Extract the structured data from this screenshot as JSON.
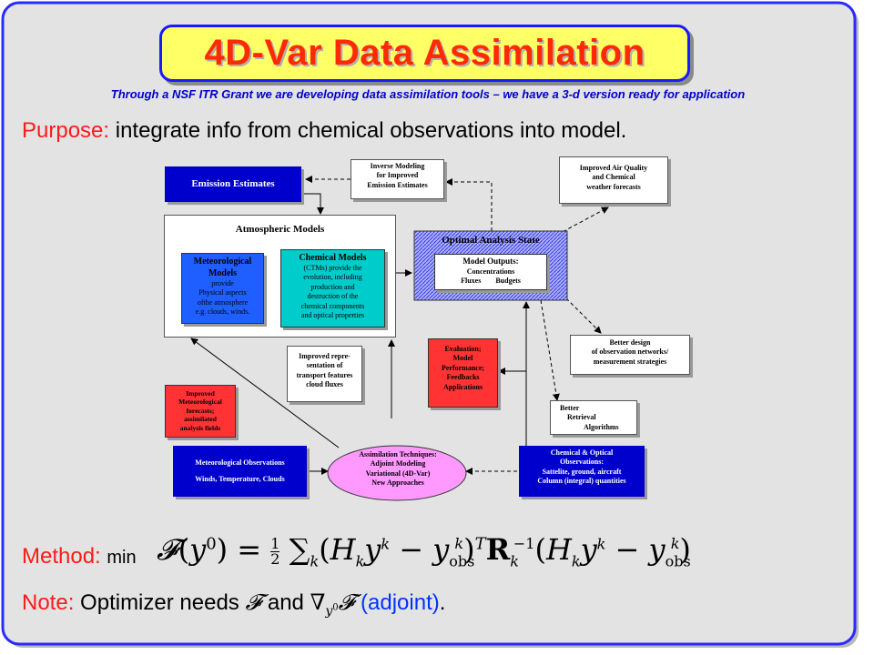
{
  "title": "4D-Var Data Assimilation",
  "subtitle": "Through a NSF ITR Grant we are developing data assimilation tools – we have a 3-d version ready for application",
  "purpose": {
    "label": "Purpose:",
    "text": "integrate info from chemical observations into model."
  },
  "method": {
    "label": "Method:",
    "text": "min"
  },
  "note": {
    "label": "Note:",
    "text_before": "Optimizer needs",
    "text_and": "and",
    "adjoint": "(adjoint)",
    "period": "."
  },
  "diagram": {
    "emission": "Emission Estimates",
    "inverse": [
      "Inverse Modeling",
      "for Improved",
      "Emission Estimates"
    ],
    "air_quality": [
      "Improved Air Quality",
      "and Chemical",
      "weather forecasts"
    ],
    "atmos_title": "Atmospheric Models",
    "met_title": [
      "Meteorological",
      "Models"
    ],
    "met_body": [
      "provide",
      "Physical aspects",
      "ofthe atmosphere",
      "e.g. clouds, winds."
    ],
    "chem_title": "Chemical Models",
    "chem_body": [
      "(CTMs) provide the",
      "evolution, including",
      "production and",
      "destruction of the",
      "chemical components",
      "and optical properties"
    ],
    "optimal_title": "Optimal Analysis State",
    "outputs_title": "Model Outputs:",
    "outputs_line1": "Concentrations",
    "outputs_fluxes": "Fluxes",
    "outputs_budgets": "Budgets",
    "better_design": [
      "Better design",
      "of observation networks/",
      "measurement strategies"
    ],
    "evaluation": [
      "Evaluation;",
      "Model",
      "Performance;",
      "Feedbacks",
      "Applications"
    ],
    "improved_repr": [
      "Improved repre-",
      "sentation of",
      "transport features",
      "cloud fluxes"
    ],
    "improved_met": [
      "Improved",
      "Meteorological",
      "forecasts;",
      "assimilated",
      "analysis fields"
    ],
    "better_retrieval": [
      "Better",
      "Retrieval",
      "Algorithms"
    ],
    "met_obs": [
      "Meteorological Observations",
      "Winds, Temperature, Clouds"
    ],
    "assim": [
      "Assimilation Techniques:",
      "Adjoint Modeling",
      "Variational (4D-Var)",
      "New Approaches"
    ],
    "chem_obs": [
      "Chemical & Optical",
      "Observations:",
      "Sattelite, ground, aircraft",
      "Column (integral) quantities"
    ]
  }
}
